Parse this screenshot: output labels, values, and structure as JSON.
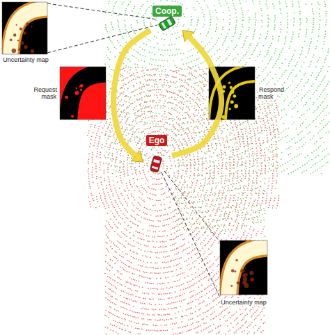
{
  "diagram": {
    "nodes": [
      {
        "text": [
          "Coop."
        ]
      },
      {
        "text": [
          "Ego"
        ]
      }
    ],
    "edges": [
      {
        "from": 1,
        "to": 0,
        "arrow": "to"
      },
      {
        "from": 0,
        "to": 1,
        "arrow": "to"
      }
    ],
    "labels": [
      "Uncertainty map",
      "Request mask",
      "Respond mask",
      "Uncertainty map"
    ]
  }
}
